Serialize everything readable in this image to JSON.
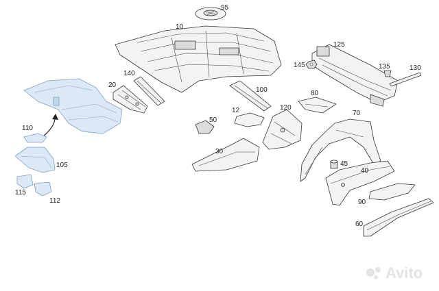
{
  "labels": {
    "p95": "95",
    "p10": "10",
    "p125": "125",
    "p145": "145",
    "p135": "135",
    "p130": "130",
    "p140": "140",
    "p20": "20",
    "p100": "100",
    "p80": "80",
    "p120": "120",
    "p12": "12",
    "p50": "50",
    "p70": "70",
    "p30": "30",
    "p45": "45",
    "p40": "40",
    "p90": "90",
    "p60": "60",
    "p110": "110",
    "p105": "105",
    "p115": "115",
    "p112": "112"
  },
  "watermark": "Avito",
  "colors": {
    "highlight_fill": "#dbe9f6",
    "highlight_stroke": "#7f9fbf",
    "part_fill": "#f3f3f3",
    "outline": "#333333"
  }
}
